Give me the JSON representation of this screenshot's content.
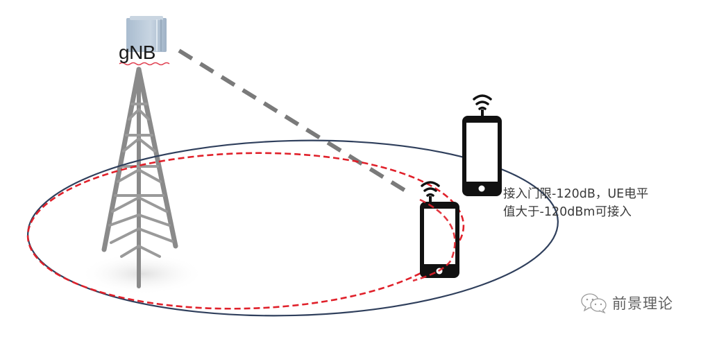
{
  "diagram": {
    "base_station": {
      "label": "gNB"
    },
    "note": {
      "line1": "接入门限-120dB，UE电平",
      "line2": "值大于-120dBm可接入"
    },
    "watermark": {
      "icon": "wechat-icon",
      "text": "前景理论"
    },
    "elements": [
      {
        "type": "base-station",
        "label": "gNB",
        "icon": "server-box + lattice-tower"
      },
      {
        "type": "ue",
        "icon": "smartphone-with-signal",
        "position": "outside-red-inside-blue"
      },
      {
        "type": "ue",
        "icon": "smartphone-with-signal",
        "position": "on-red-boundary"
      },
      {
        "type": "link",
        "style": "gray-dashed",
        "from": "gNB",
        "to": "ue-2"
      },
      {
        "type": "coverage",
        "style": "solid-navy-ellipse"
      },
      {
        "type": "coverage",
        "style": "red-dashed-ellipse"
      }
    ],
    "colors": {
      "blue_ellipse": "#2f3f5c",
      "red_ellipse": "#e0202a",
      "link": "#7a7a7a",
      "phone": "#111111",
      "tower": "#8a8a8a",
      "gnb_box": "#b8c7d6",
      "text": "#3a3a3a"
    }
  }
}
